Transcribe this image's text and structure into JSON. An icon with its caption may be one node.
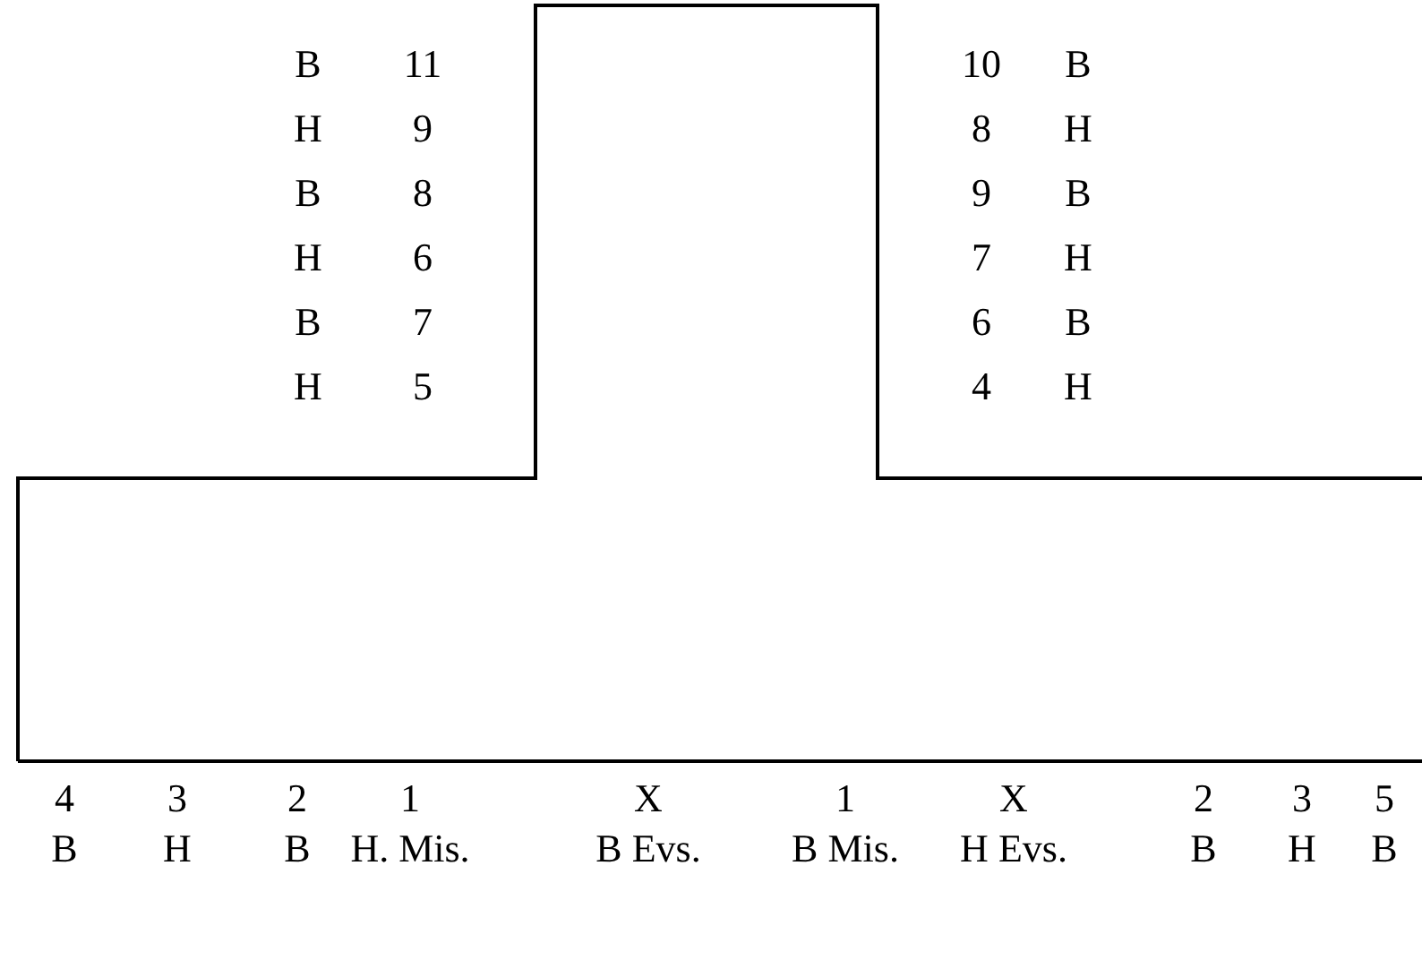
{
  "diagram": {
    "labels": [
      "B",
      "11",
      "10",
      "B",
      "H",
      "9",
      "8",
      "H",
      "B",
      "8",
      "9",
      "B",
      "H",
      "6",
      "7",
      "H",
      "B",
      "7",
      "6",
      "B",
      "H",
      "5",
      "4",
      "H",
      "4",
      "3",
      "2",
      "1",
      "X",
      "1",
      "X",
      "2",
      "3",
      "5",
      "B",
      "H",
      "B",
      "H. Mis.",
      "B Evs.",
      "B Mis.",
      "H Evs.",
      "B",
      "H",
      "B"
    ]
  }
}
